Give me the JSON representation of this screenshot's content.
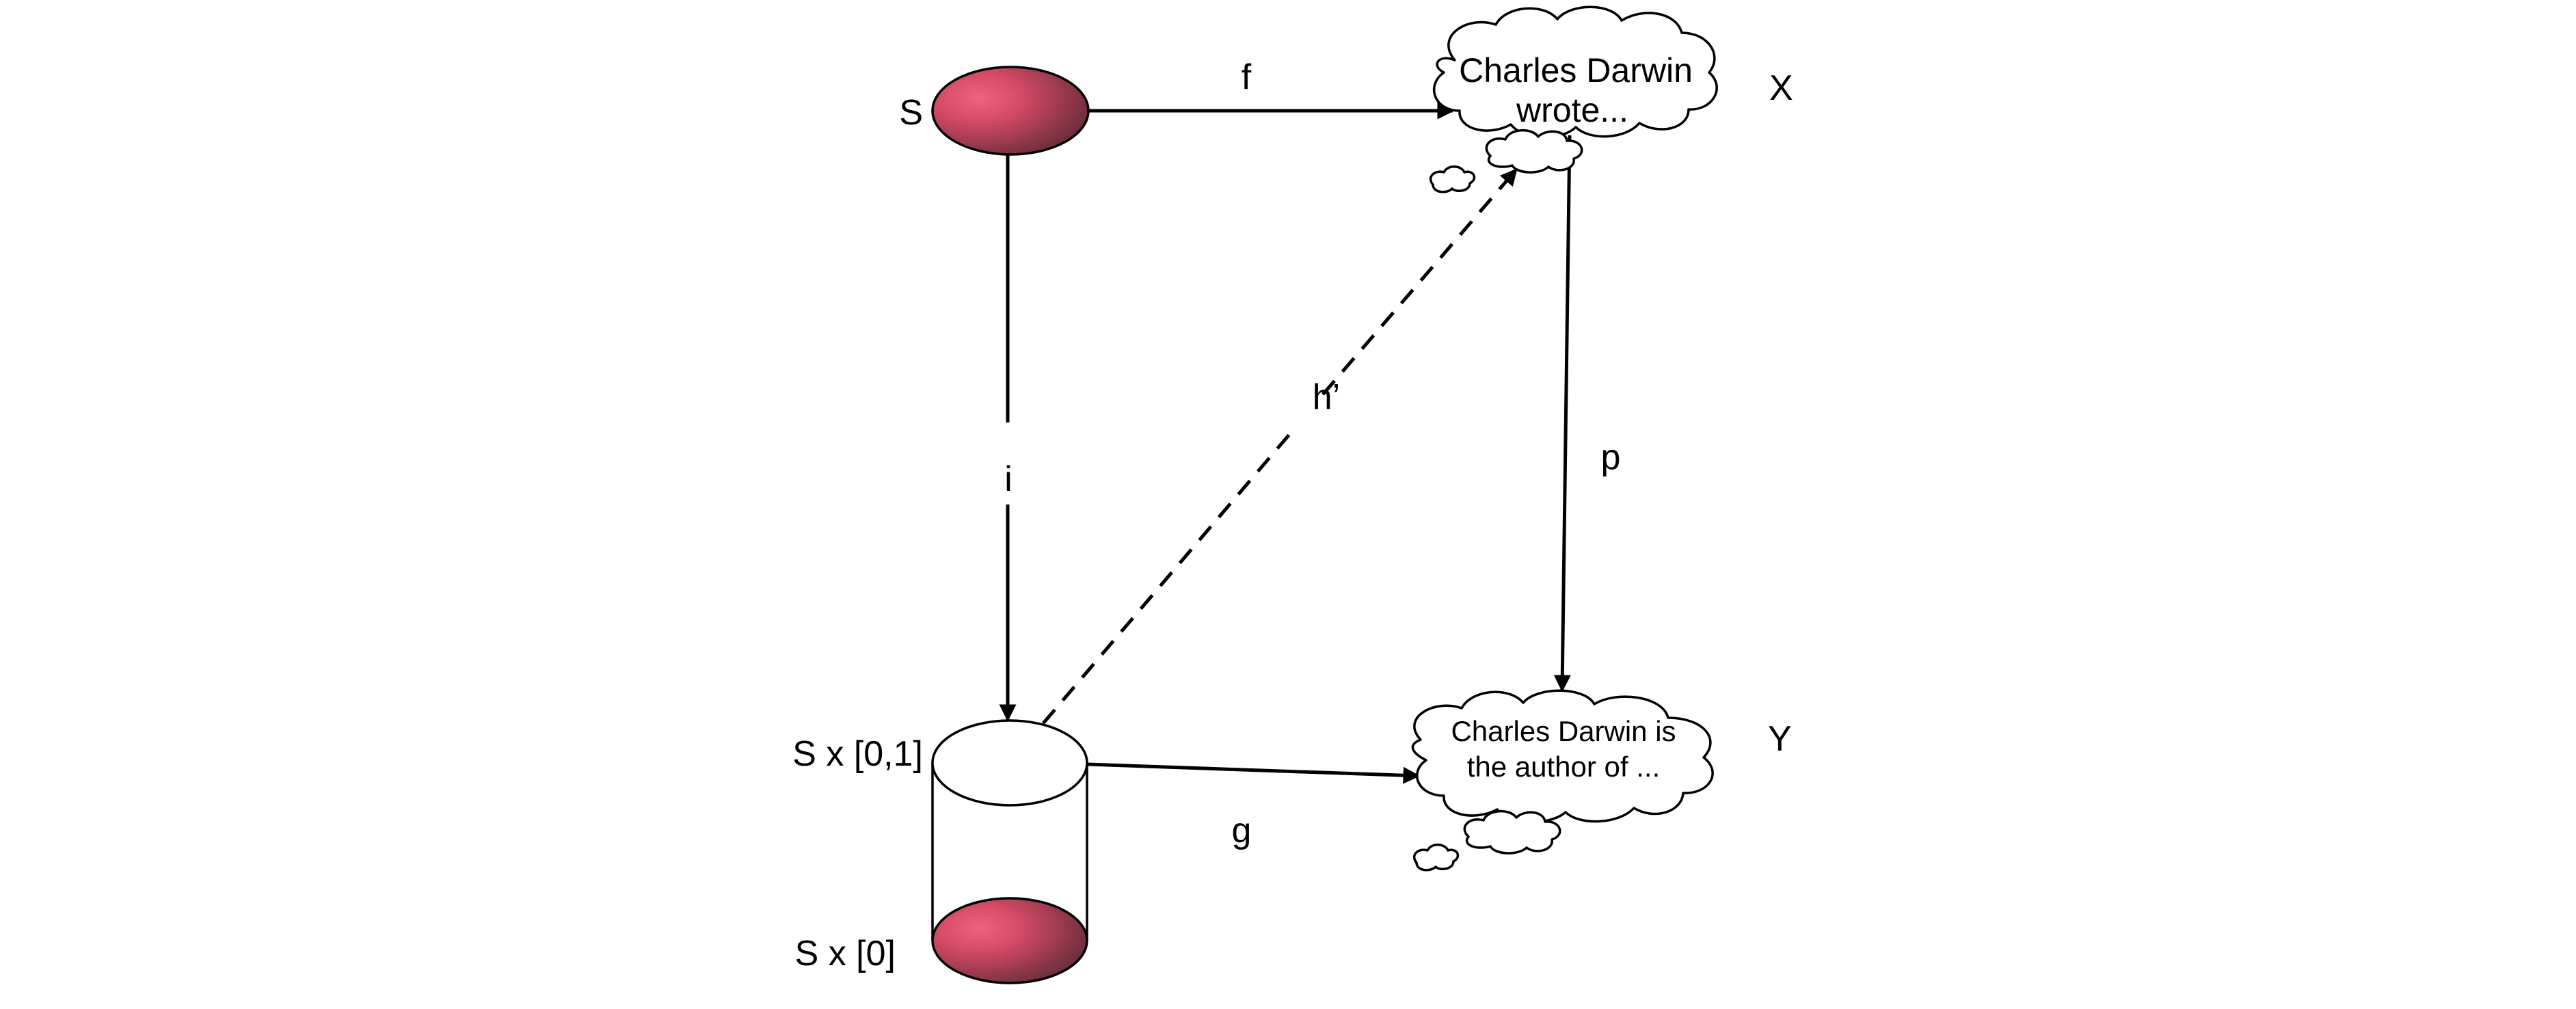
{
  "nodes": {
    "s": {
      "label": "S"
    },
    "x": {
      "label": "X",
      "text_line1": "Charles Darwin",
      "text_line2": "wrote..."
    },
    "y": {
      "label": "Y",
      "text_line1": "Charles Darwin is",
      "text_line2": "the author of ..."
    },
    "cylinder_top": {
      "label": "S x [0,1]"
    },
    "cylinder_bottom": {
      "label": "S x [0]"
    }
  },
  "edges": {
    "f": {
      "label": "f"
    },
    "i": {
      "label": "i"
    },
    "g": {
      "label": "g"
    },
    "h": {
      "label": "h’"
    },
    "p": {
      "label": "p"
    }
  },
  "colors": {
    "ellipse_highlight": "#f2627d",
    "ellipse_shadow": "#5e2a37",
    "stroke": "#000000",
    "background": "#ffffff"
  }
}
